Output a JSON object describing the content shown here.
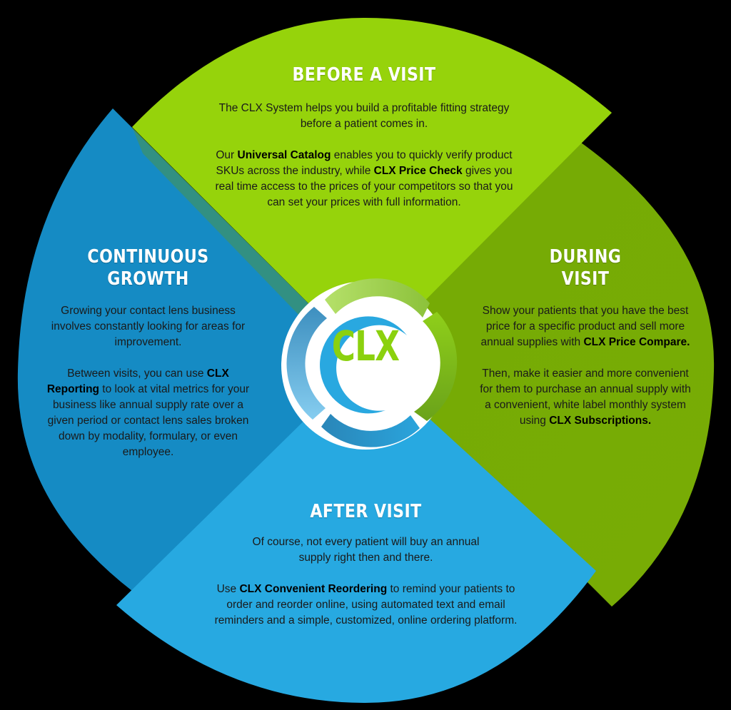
{
  "colors": {
    "background": "#000000",
    "before_visit": "#96d30b",
    "during_visit": "#76ab05",
    "after_visit": "#27a9e1",
    "continuous_growth": "#158bc4",
    "logo_text": "#8bd10e",
    "title_text": "#ffffff",
    "body_text": "#1a1a1a"
  },
  "logo": {
    "text": "CLX"
  },
  "sections": {
    "before": {
      "title": "BEFORE A VISIT",
      "p1": "The CLX System helps you build a profitable fitting strategy before a patient comes in.",
      "p2_pre": "Our ",
      "p2_b1": "Universal Catalog",
      "p2_mid": " enables you to quickly verify product SKUs across the industry, while ",
      "p2_b2": "CLX Price Check",
      "p2_post": " gives you real time access to the prices of your competitors so that you can set your prices with full information."
    },
    "during": {
      "title_l1": "DURING",
      "title_l2": "VISIT",
      "p1_pre": "Show your patients that you have the best price for a specific product and sell more annual supplies with ",
      "p1_b": "CLX Price Compare.",
      "p2_pre": "Then, make it easier and more convenient for them to purchase an annual supply with a convenient, white label monthly system using ",
      "p2_b": "CLX Subscriptions."
    },
    "after": {
      "title": "AFTER VISIT",
      "p1": "Of course, not every patient will buy an annual supply right then and there.",
      "p2_pre": "Use ",
      "p2_b": "CLX Convenient Reordering",
      "p2_post": " to remind your patients to order and reorder online, using automated text and email reminders and a simple, customized, online ordering platform."
    },
    "growth": {
      "title_l1": "CONTINUOUS",
      "title_l2": "GROWTH",
      "p1": "Growing your contact lens business involves constantly looking for areas for improvement.",
      "p2_pre": "Between visits, you can use ",
      "p2_b": "CLX Reporting",
      "p2_post": " to look at vital metrics for your business like annual supply rate over a given period or contact lens sales broken down by modality, formulary, or even employee."
    }
  }
}
